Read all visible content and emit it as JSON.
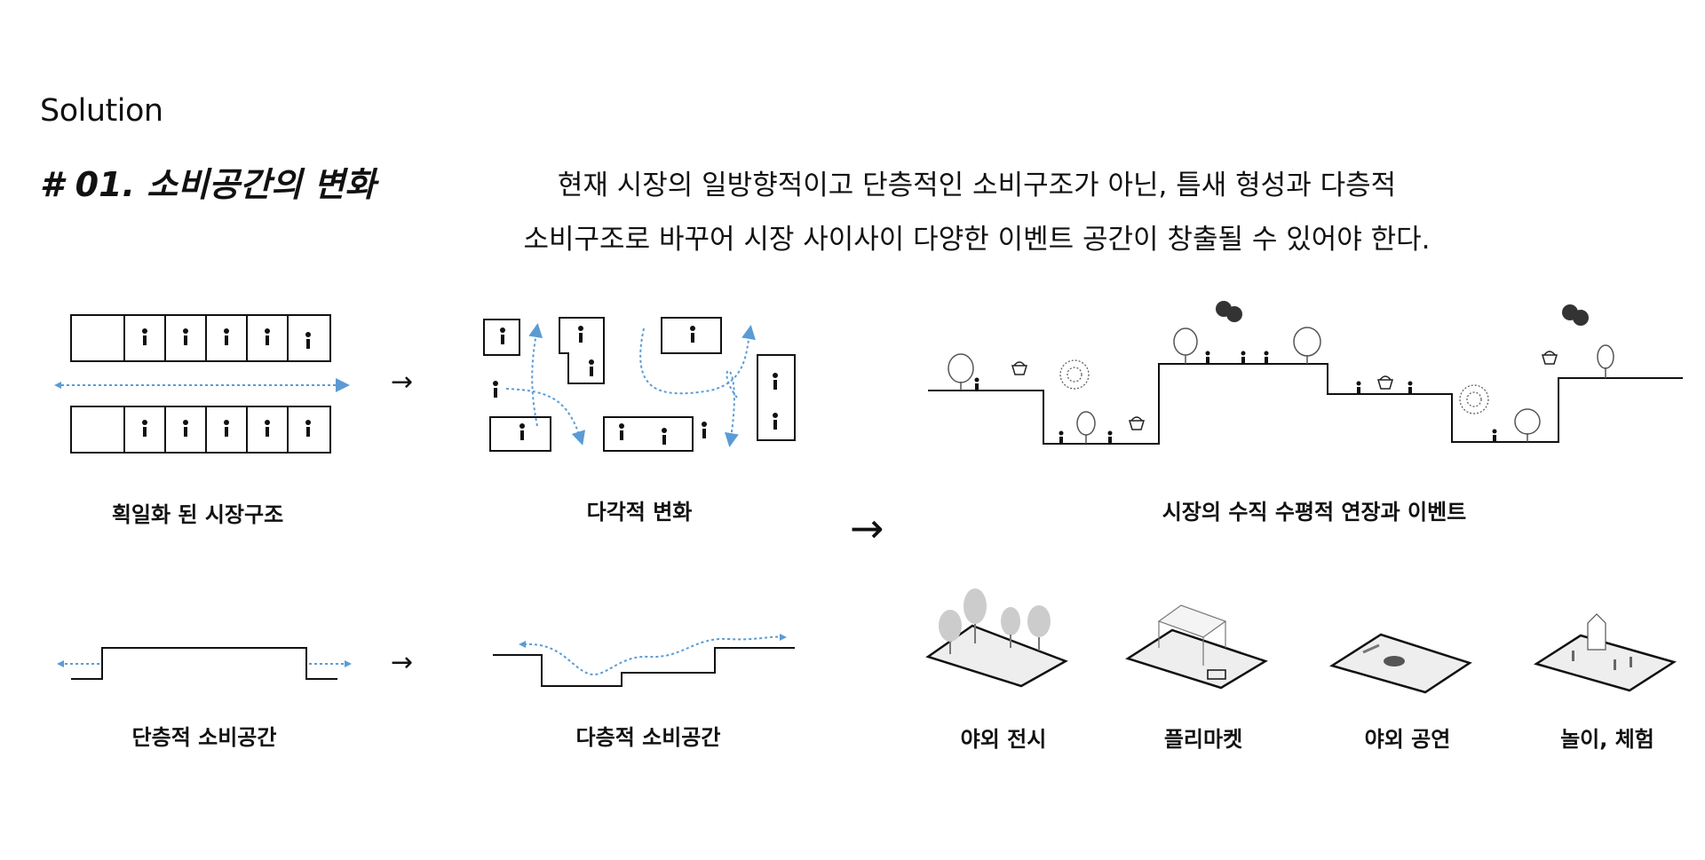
{
  "section_label": "Solution",
  "heading": "# 01. 소비공간의 변화",
  "description": {
    "line1": "현재 시장의 일방향적이고 단층적인 소비구조가 아닌, 틈새 형성과 다층적",
    "line2": "소비구조로 바꾸어 시장 사이사이 다양한 이벤트 공간이 창출될 수 있어야 한다."
  },
  "arrows": {
    "small": "→",
    "large": "→"
  },
  "captions": {
    "uniform_structure": "획일화 된 시장구조",
    "multifaceted_change": "다각적 변화",
    "vertical_horizontal_extension": "시장의 수직 수평적 연장과 이벤트",
    "single_layer_space": "단층적 소비공간",
    "multi_layer_space": "다층적 소비공간"
  },
  "events": [
    {
      "label": "야외 전시",
      "icon": "outdoor-exhibition-icon"
    },
    {
      "label": "플리마켓",
      "icon": "flea-market-icon"
    },
    {
      "label": "야외 공연",
      "icon": "outdoor-performance-icon"
    },
    {
      "label": "놀이, 체험",
      "icon": "play-experience-icon"
    }
  ],
  "colors": {
    "flow_arrow": "#5b9bd5",
    "line": "#111111"
  }
}
